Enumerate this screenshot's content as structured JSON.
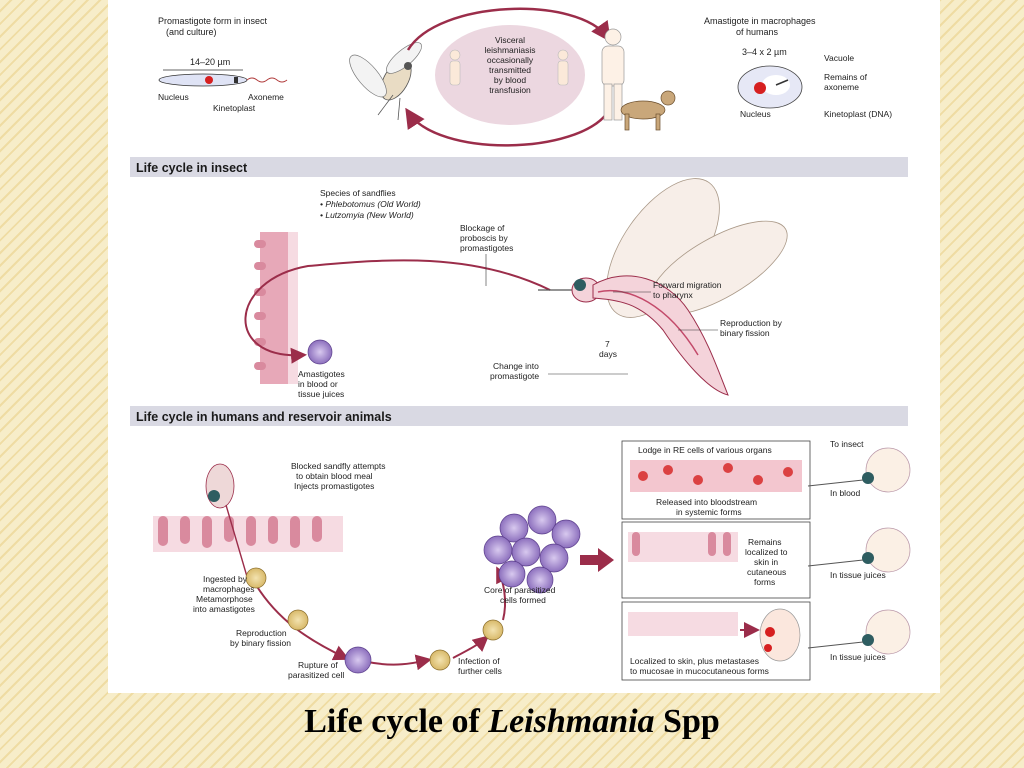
{
  "caption": {
    "prefix": "Life cycle of ",
    "genus": "Leishmania",
    "suffix": " Spp"
  },
  "sections": {
    "insect": "Life cycle in insect",
    "humans": "Life cycle in humans and reservoir animals"
  },
  "top": {
    "promastigote": {
      "line1": "Promastigote form in insect",
      "line2": "(and culture)",
      "size": "14–20 µm",
      "nucleus": "Nucleus",
      "axoneme": "Axoneme",
      "kinetoplast": "Kinetoplast"
    },
    "visceral": {
      "line1": "Visceral",
      "line2": "leishmaniasis",
      "line3": "occasionally",
      "line4": "transmitted",
      "line5": "by blood",
      "line6": "transfusion"
    },
    "amastigote": {
      "line1": "Amastigote in macrophages",
      "line2": "of humans",
      "size": "3–4 x 2 µm",
      "vacuole": "Vacuole",
      "remains1": "Remains of",
      "remains2": "axoneme",
      "nucleus": "Nucleus",
      "kinetoplast": "Kinetoplast (DNA)"
    }
  },
  "insect": {
    "species": {
      "line1": "Species of sandflies",
      "line2": "• Phlebotomus (Old World)",
      "line3": "• Lutzomyia (New World)"
    },
    "blockage": {
      "line1": "Blockage of",
      "line2": "proboscis by",
      "line3": "promastigotes"
    },
    "forward": {
      "line1": "Forward migration",
      "line2": "to pharynx"
    },
    "reproduction": {
      "line1": "Reproduction by",
      "line2": "binary fission"
    },
    "days": {
      "line1": "7",
      "line2": "days"
    },
    "change": {
      "line1": "Change into",
      "line2": "promastigote"
    },
    "amastigotes": {
      "line1": "Amastigotes",
      "line2": "in blood or",
      "line3": "tissue juices"
    }
  },
  "humans": {
    "blocked": {
      "line1": "Blocked sandfly attempts",
      "line2": "to obtain blood meal",
      "line3": "Injects promastigotes"
    },
    "ingested": {
      "line1": "Ingested by",
      "line2": "macrophages",
      "line3": "Metamorphose",
      "line4": "into amastigotes"
    },
    "reproduction": {
      "line1": "Reproduction",
      "line2": "by binary fission"
    },
    "rupture": {
      "line1": "Rupture of",
      "line2": "parasitized cell"
    },
    "infection": {
      "line1": "Infection of",
      "line2": "further cells"
    },
    "core": {
      "line1": "Core of parasitized",
      "line2": "cells formed"
    },
    "lodge": "Lodge in RE cells of various organs",
    "released": {
      "line1": "Released into bloodstream",
      "line2": "in systemic forms"
    },
    "remains": {
      "line1": "Remains",
      "line2": "localized to",
      "line3": "skin in",
      "line4": "cutaneous",
      "line5": "forms"
    },
    "localized": {
      "line1": "Localized to skin, plus metastases",
      "line2": "to mucosae in mucocutaneous forms"
    },
    "to_insect": "To insect",
    "in_blood": "In blood",
    "in_tissue_1": "In tissue juices",
    "in_tissue_2": "In tissue juices"
  },
  "colors": {
    "arrow": "#9b2d4a",
    "tissue": "#d98a9e",
    "parasite": "#7a5aa8",
    "section_bar": "#d9d9e3",
    "nucleus": "#d62020"
  }
}
